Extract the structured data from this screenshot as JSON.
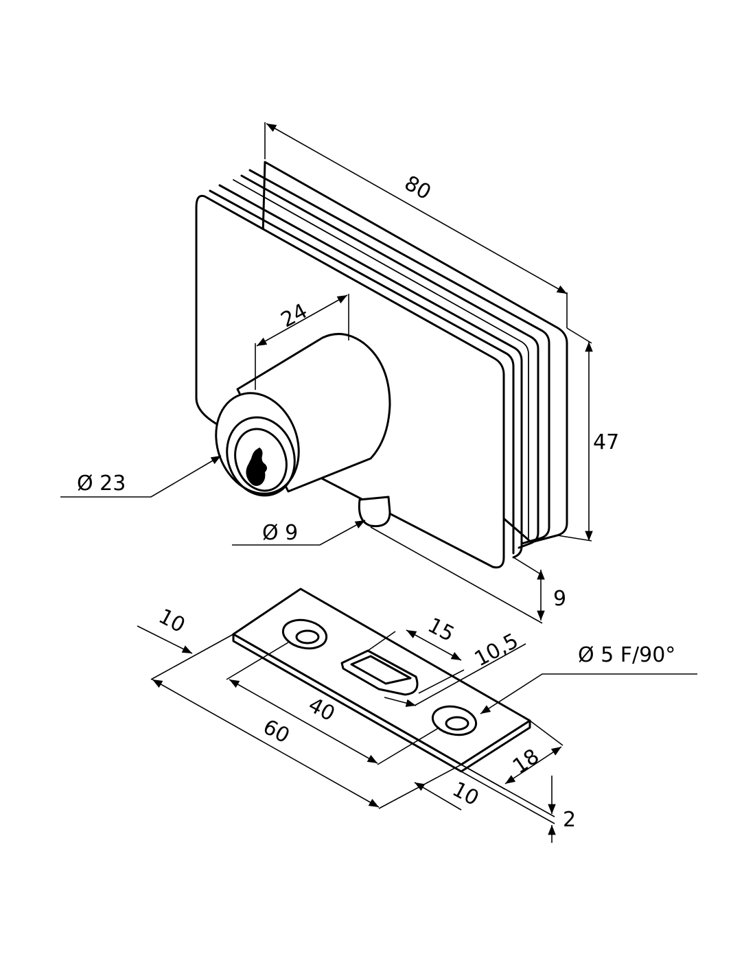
{
  "lock_body": {
    "length": "80",
    "height": "47",
    "cylinder_depth": "24",
    "cylinder_diameter": "Ø 23",
    "bolt_diameter": "Ø 9",
    "glass_gap": "9"
  },
  "strike_plate": {
    "hole_offset": "10",
    "slot_width": "15",
    "slot_length": "10,5",
    "screw_hole": "Ø 5  F/90°",
    "hole_spacing": "40",
    "length": "60",
    "end_offset": "10",
    "width": "18",
    "thickness": "2"
  }
}
